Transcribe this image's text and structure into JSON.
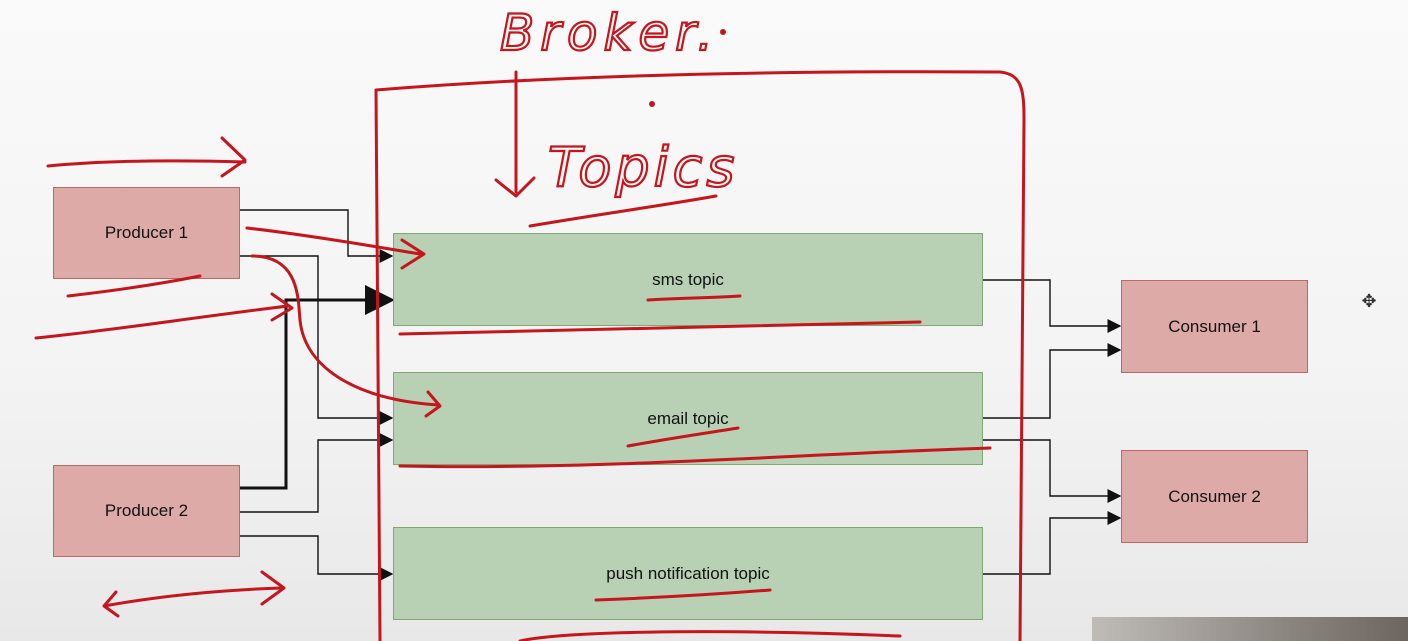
{
  "diagram": {
    "handwriting": {
      "broker": "Broker.",
      "topics": "Topics"
    },
    "producers": [
      {
        "label": "Producer 1"
      },
      {
        "label": "Producer 2"
      }
    ],
    "topics": [
      {
        "label": "sms topic"
      },
      {
        "label": "email topic"
      },
      {
        "label": "push notification topic"
      }
    ],
    "consumers": [
      {
        "label": "Consumer 1"
      },
      {
        "label": "Consumer 2"
      }
    ],
    "colors": {
      "producer_fill": "#deaaa8",
      "topic_fill": "#b8d0b3",
      "ink": "#c4161c",
      "connector": "#111111"
    },
    "icons": {
      "cursor": "move-cursor-icon"
    }
  }
}
